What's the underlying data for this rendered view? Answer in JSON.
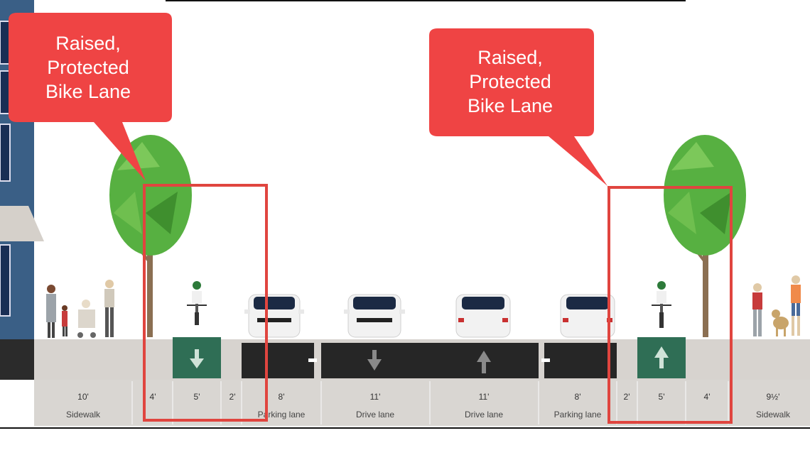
{
  "callouts": [
    {
      "lines": [
        "Raised,",
        "Protected",
        "Bike Lane"
      ]
    },
    {
      "lines": [
        "Raised,",
        "Protected",
        "Bike Lane"
      ]
    }
  ],
  "segments": [
    {
      "width": "10'",
      "name": "Sidewalk"
    },
    {
      "width": "4'",
      "name": ""
    },
    {
      "width": "5'",
      "name": ""
    },
    {
      "width": "2'",
      "name": ""
    },
    {
      "width": "8'",
      "name": "Parking lane"
    },
    {
      "width": "11'",
      "name": "Drive lane"
    },
    {
      "width": "11'",
      "name": "Drive lane"
    },
    {
      "width": "8'",
      "name": "Parking lane"
    },
    {
      "width": "2'",
      "name": ""
    },
    {
      "width": "5'",
      "name": ""
    },
    {
      "width": "4'",
      "name": ""
    },
    {
      "width": "9½'",
      "name": "Sidewalk"
    }
  ],
  "colors": {
    "callout": "#ef4444",
    "highlight_box": "#e0453f",
    "bike_lane": "#2f6e55",
    "roadway": "#262626",
    "sidewalk": "#d7d3cf",
    "building": "#3a5f86",
    "tree_foliage": "#57b041"
  },
  "icons": {
    "down_arrow": "arrow-down-icon",
    "up_arrow": "arrow-up-icon"
  }
}
